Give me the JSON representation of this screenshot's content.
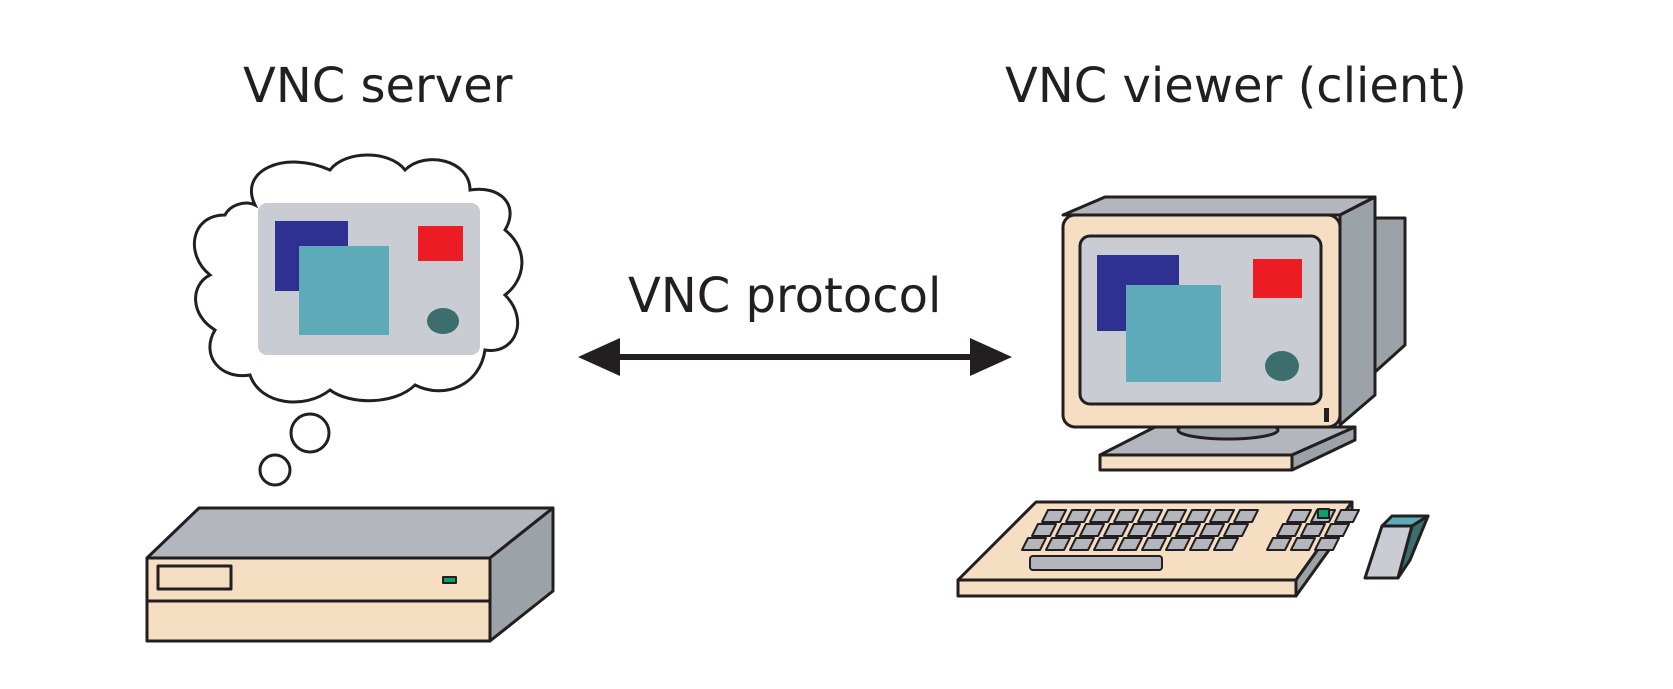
{
  "labels": {
    "server": "VNC server",
    "viewer": "VNC viewer (client)",
    "protocol": "VNC protocol"
  },
  "colors": {
    "outline": "#231f20",
    "desktop_bg": "#c9ccd3",
    "navy": "#2e3192",
    "teal": "#5daab8",
    "red": "#ed1c24",
    "dark_teal": "#3b6e6c",
    "beige": "#f5dec1",
    "gray_top": "#b3b6bc",
    "gray_side": "#9ba3a8",
    "led": "#0ba269"
  },
  "icons": {
    "server_box": "server-box-icon",
    "thought_cloud": "thought-cloud-icon",
    "monitor": "monitor-icon",
    "keyboard": "keyboard-icon",
    "mouse": "mouse-icon",
    "arrow": "double-arrow-icon"
  }
}
